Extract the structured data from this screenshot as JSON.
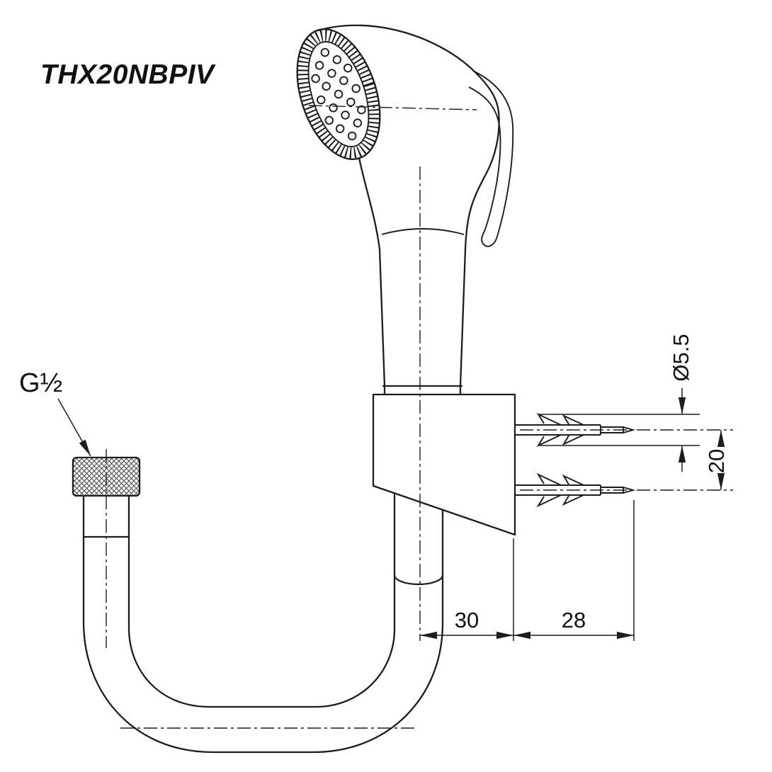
{
  "meta": {
    "background_color": "#ffffff",
    "line_color": "#1d1d1d",
    "drawing_type": "technical-spec-drawing"
  },
  "title": "THX20NBPIV",
  "annotations": {
    "thread_label": "G½",
    "screw_hole_dia": "Ø5.5",
    "screw_spacing": "20",
    "dim_offset": "30",
    "dim_depth": "28"
  }
}
